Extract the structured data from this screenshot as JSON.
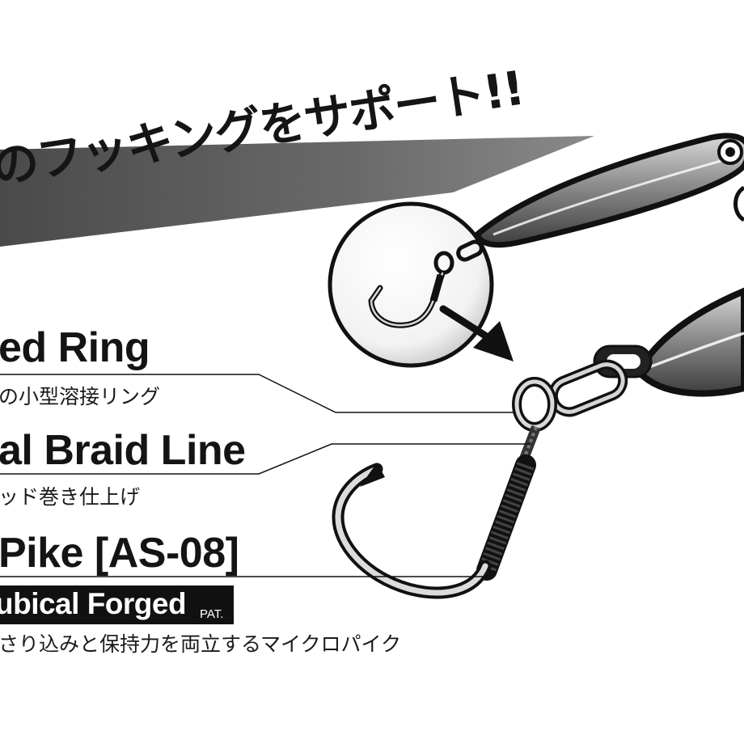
{
  "banner": {
    "text": "のフッキングをサポート!!"
  },
  "ring": {
    "title": "ed Ring",
    "description": "の小型溶接リング"
  },
  "braid": {
    "title": "al Braid Line",
    "description": "ッド巻き仕上げ"
  },
  "pike": {
    "title": "Pike [AS-08]"
  },
  "forged": {
    "label": "ubical Forged",
    "pat": "PAT.",
    "description": "さり込みと保持力を両立するマイクロパイク"
  },
  "colors": {
    "ink": "#151515",
    "banner_gray": "#5e5e5e",
    "lure_silver": "#9a9a9a",
    "background": "#ffffff"
  },
  "icons": [
    "metal-jig-lure-icon",
    "assist-hook-icon",
    "split-ring-icon",
    "magnifier-circle-icon",
    "arrow-icon"
  ]
}
